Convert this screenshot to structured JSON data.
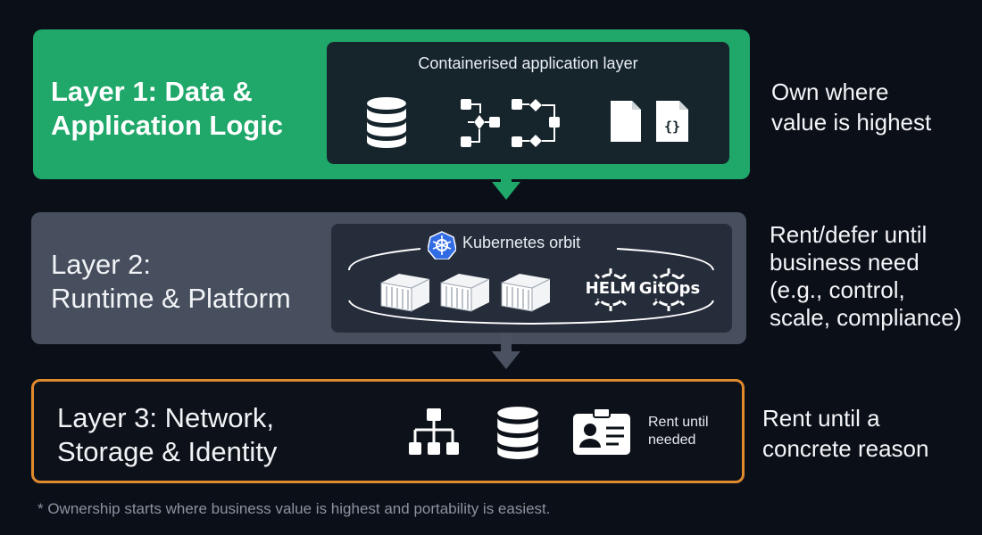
{
  "layer1": {
    "title_line1": "Layer 1: Data &",
    "title_line2": "Application Logic",
    "inner_label": "Containerised application layer",
    "note_line1": "Own where",
    "note_line2": "value is highest",
    "icons": [
      "database-icon",
      "workflow-icon",
      "workflow-icon",
      "document-icon",
      "code-file-icon"
    ],
    "color": "#1fa869"
  },
  "layer2": {
    "title_line1": "Layer 2:",
    "title_line2": "Runtime & Platform",
    "inner_label": "Kubernetes orbit",
    "helm_label": "HELM",
    "gitops_label": "GitOps",
    "note_line1": "Rent/defer until",
    "note_line2": "business need",
    "note_line3": "(e.g., control,",
    "note_line4": "scale, compliance)",
    "icons": [
      "kubernetes-icon",
      "container-icon",
      "container-icon",
      "container-icon",
      "gear-icon",
      "gear-icon"
    ],
    "color": "#474f5e"
  },
  "layer3": {
    "title_line1": "Layer 3: Network,",
    "title_line2": "Storage & Identity",
    "rent_line1": "Rent until",
    "rent_line2": "needed",
    "note_line1": "Rent until a",
    "note_line2": "concrete reason",
    "icons": [
      "network-icon",
      "database-icon",
      "id-card-icon"
    ],
    "color": "#e08a2e"
  },
  "footnote": "* Ownership starts where business value is highest and portability is easiest."
}
